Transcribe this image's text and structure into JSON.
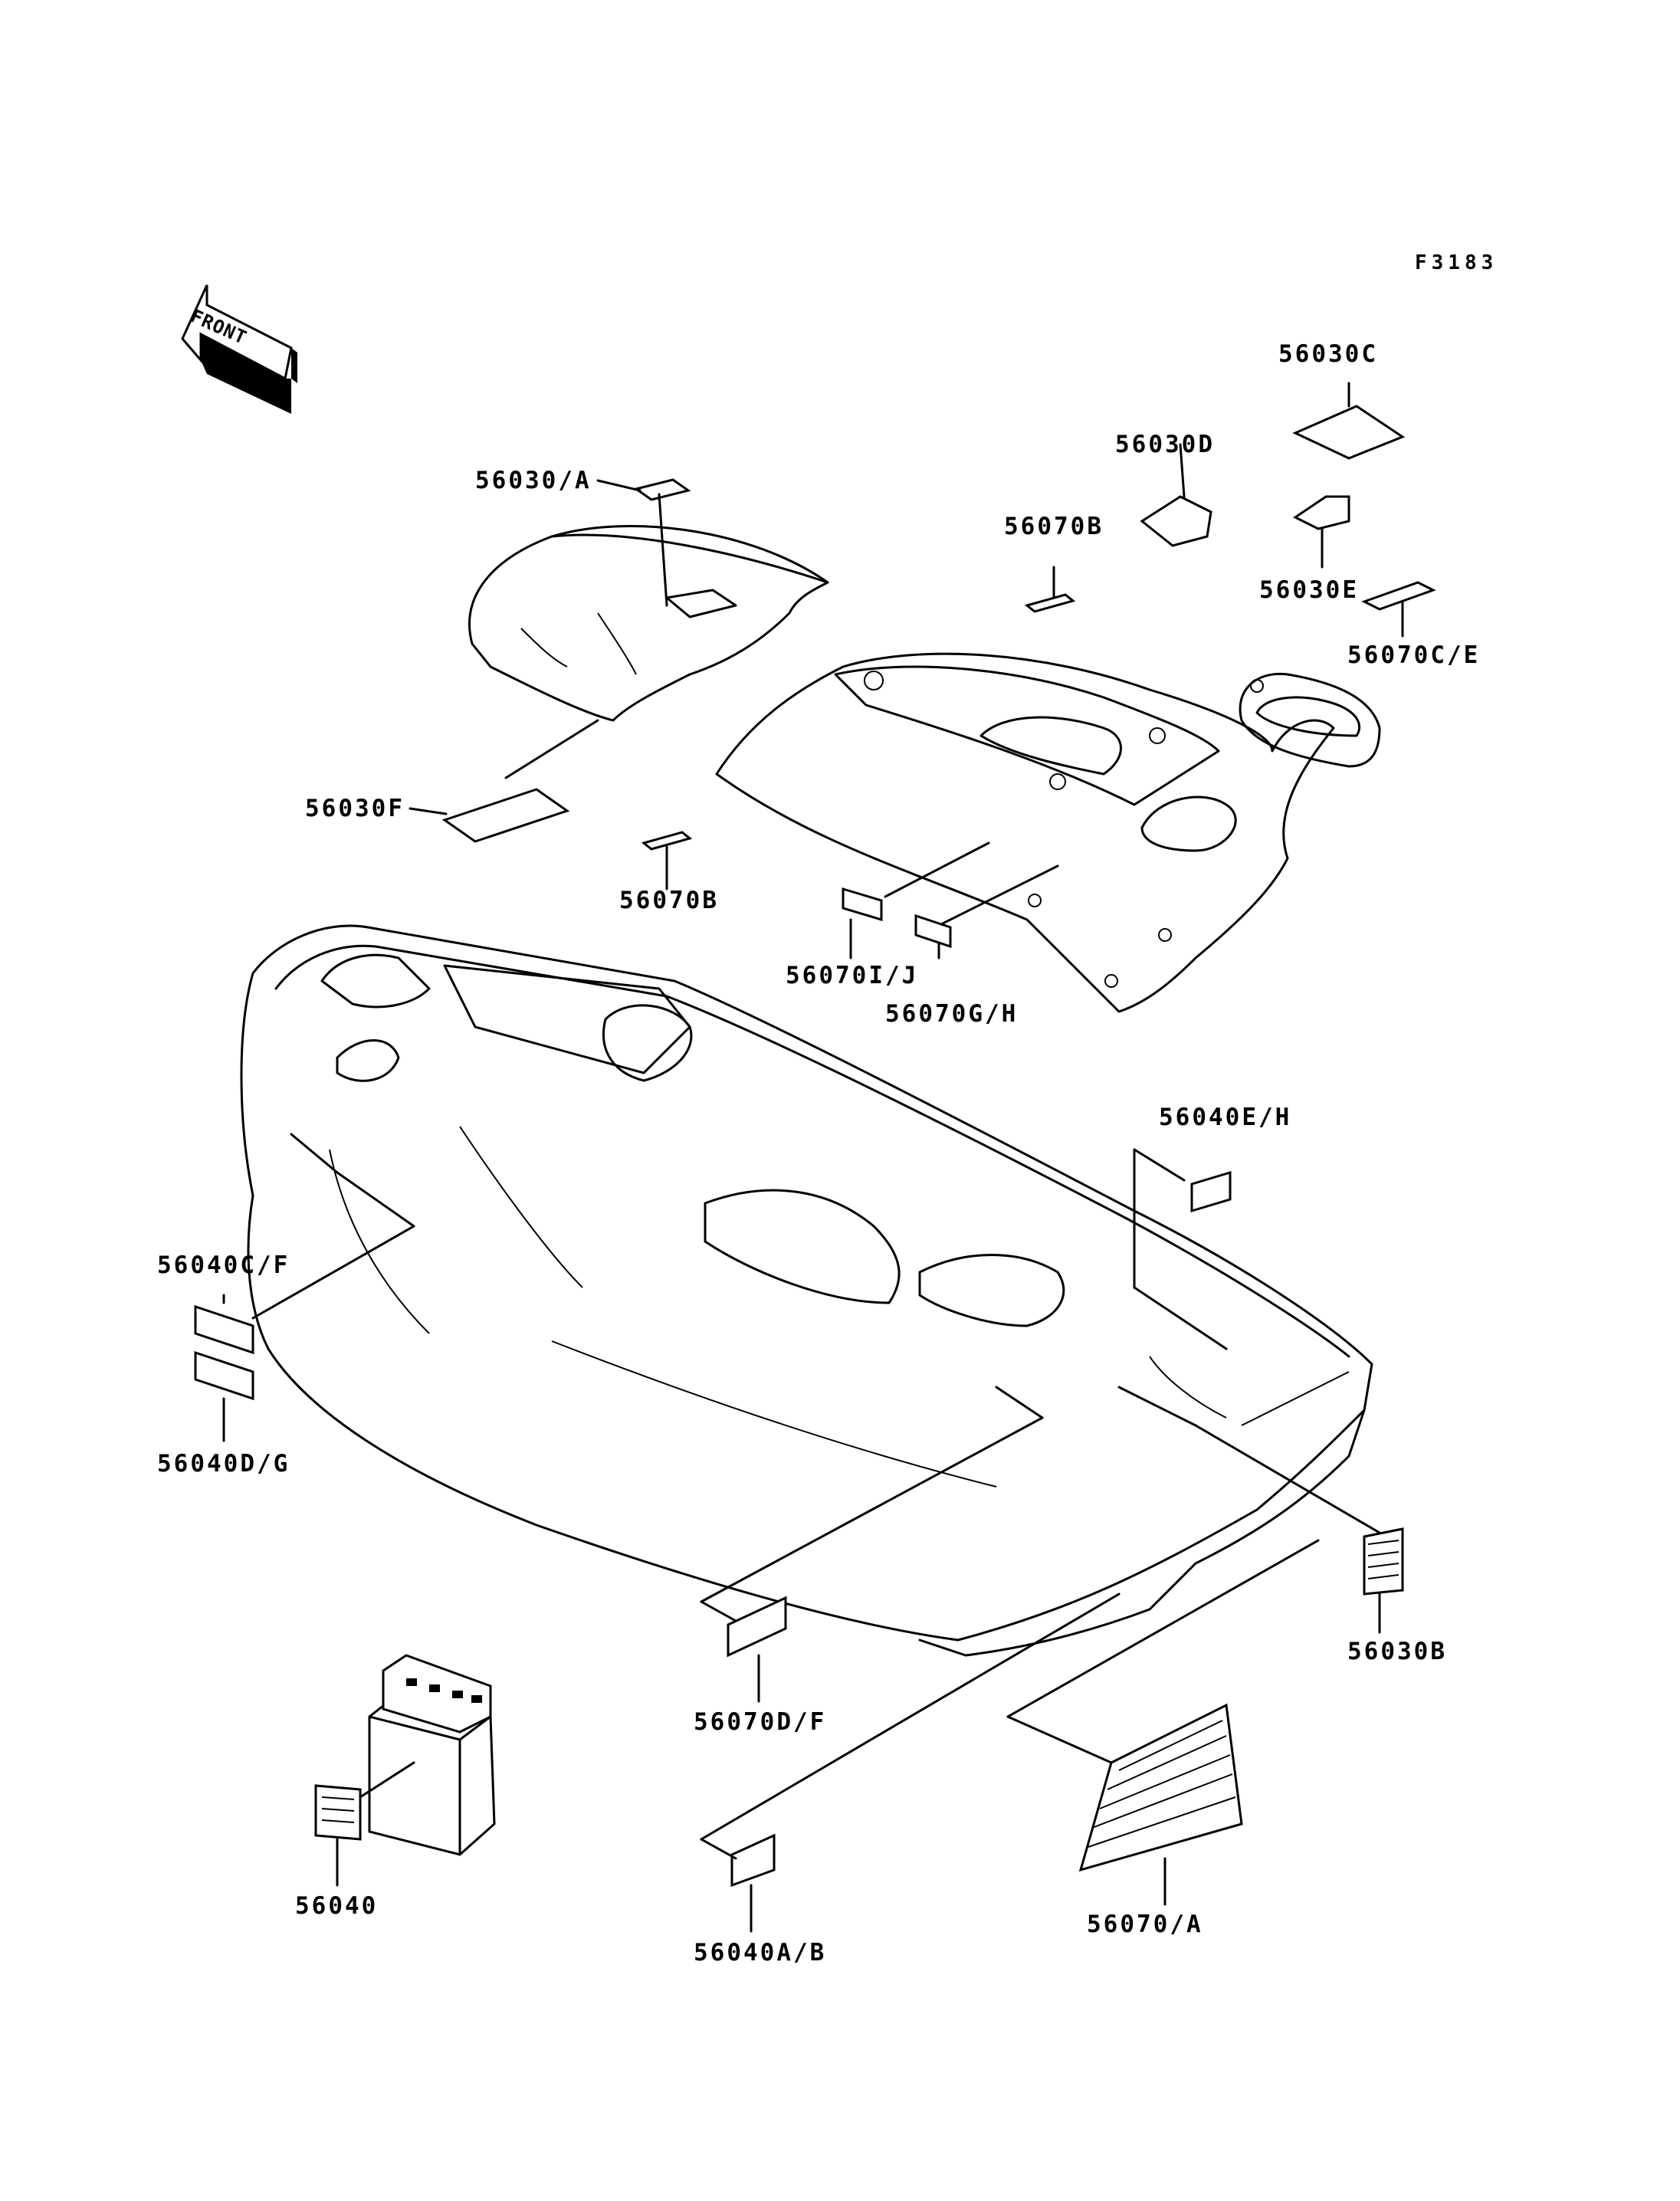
{
  "figure_code": "F3183",
  "front_arrow_label": "FRONT",
  "labels": {
    "p56030A": "56030/A",
    "p56030F": "56030F",
    "p56070B_top": "56070B",
    "p56070B_mid": "56070B",
    "p56030D": "56030D",
    "p56030C": "56030C",
    "p56030E": "56030E",
    "p56070CE": "56070C/E",
    "p56070IJ": "56070I/J",
    "p56070GH": "56070G/H",
    "p56040EH": "56040E/H",
    "p56040CF": "56040C/F",
    "p56040DG": "56040D/G",
    "p56070DF": "56070D/F",
    "p56030B": "56030B",
    "p56040": "56040",
    "p56040AB": "56040A/B",
    "p56070A": "56070/A"
  }
}
